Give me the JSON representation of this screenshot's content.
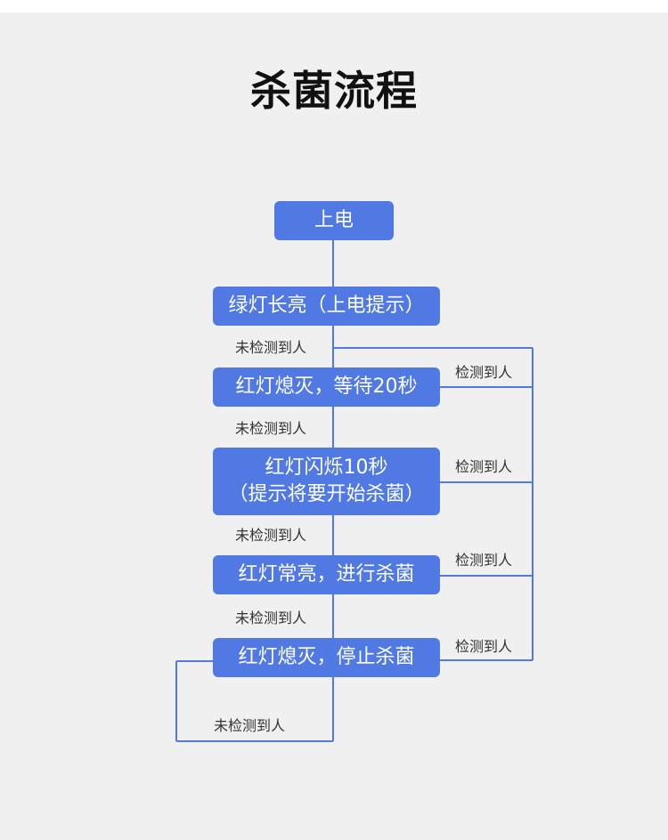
{
  "title": "杀菌流程",
  "colors": {
    "node_fill": "#5179e4",
    "line": "#5179e4",
    "background": "#f0f0f0"
  },
  "nodes": [
    {
      "id": "power-on",
      "text": "上电"
    },
    {
      "id": "green-on",
      "text": "绿灯长亮（上电提示）"
    },
    {
      "id": "red-off-wait",
      "text": "红灯熄灭，等待20秒"
    },
    {
      "id": "red-flash",
      "line1": "红灯闪烁10秒",
      "line2": "（提示将要开始杀菌）"
    },
    {
      "id": "red-on",
      "text": "红灯常亮，进行杀菌"
    },
    {
      "id": "red-off-stop",
      "text": "红灯熄灭，停止杀菌"
    }
  ],
  "edge_labels": {
    "not_detected": "未检测到人",
    "detected": "检测到人"
  }
}
